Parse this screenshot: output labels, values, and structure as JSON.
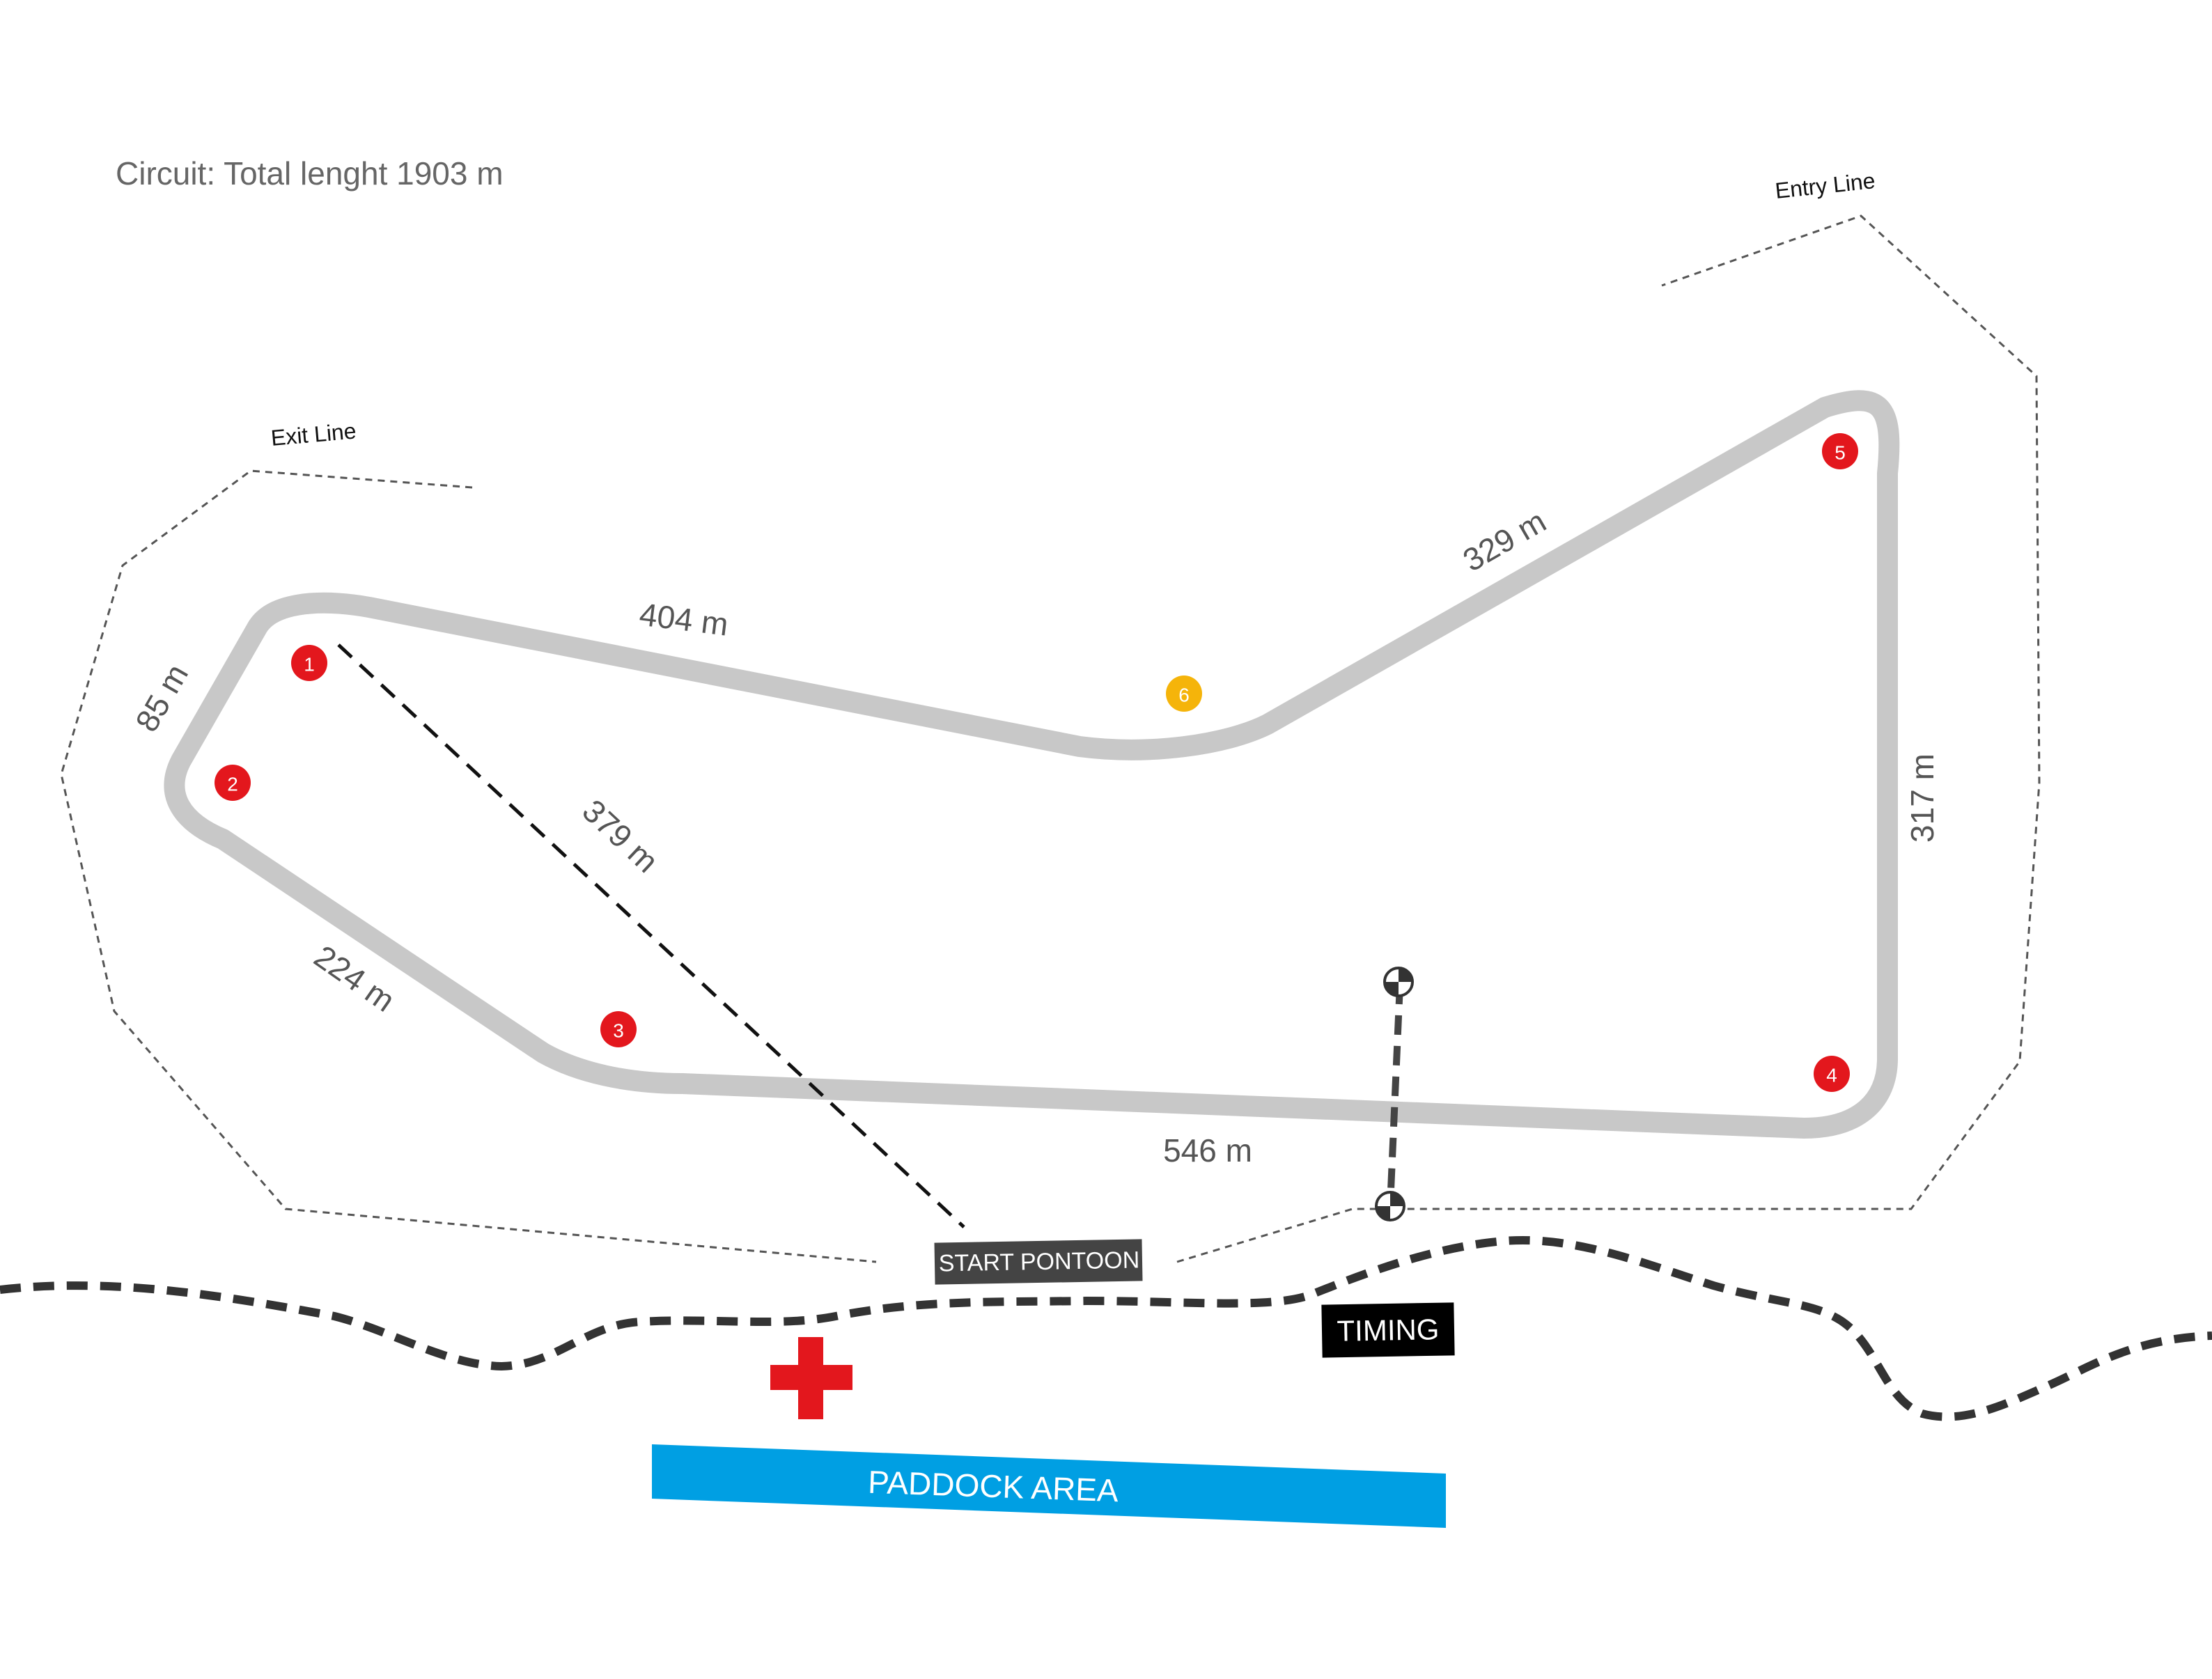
{
  "title": "Circuit: Total lenght 1903 m",
  "segments": {
    "s1": "85 m",
    "s2": "404 m",
    "s3": "329 m",
    "s4": "317 m",
    "s5": "546 m",
    "s6": "224 m",
    "s7": "379 m"
  },
  "lines": {
    "exit": "Exit Line",
    "entry": "Entry Line"
  },
  "buoys": [
    {
      "label": "1",
      "color": "#e3171d"
    },
    {
      "label": "2",
      "color": "#e3171d"
    },
    {
      "label": "3",
      "color": "#e3171d"
    },
    {
      "label": "4",
      "color": "#e3171d"
    },
    {
      "label": "5",
      "color": "#e3171d"
    },
    {
      "label": "6",
      "color": "#f5b40a"
    }
  ],
  "start_pontoon": "START PONTOON",
  "timing": "TIMING",
  "paddock": "PADDOCK AREA",
  "first_aid_icon": "red-cross-icon",
  "finish_marker_icon": "checkered-marker-icon",
  "colors": {
    "track": "#c8c8c8",
    "buoy_red": "#e3171d",
    "buoy_yellow": "#f5b40a",
    "paddock": "#009fe3",
    "cross": "#e3171d",
    "pontoon": "#444444",
    "timing": "#000000"
  }
}
